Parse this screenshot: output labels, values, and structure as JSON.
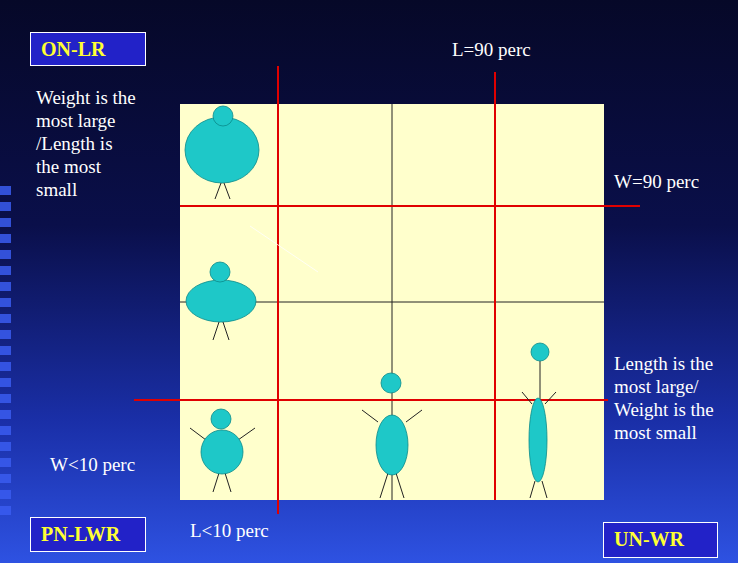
{
  "diagram": {
    "nodes": [
      {
        "text": [
          "ON-LR"
        ]
      },
      {
        "text": [
          "PN-LWR"
        ]
      },
      {
        "text": [
          "UN-WR"
        ]
      }
    ],
    "labels": [
      "L=90 perc",
      "Weight is the most large /Length is the most small",
      "W=90 perc",
      "Length is the most large/ Weight is the most small",
      "W<10 perc",
      "L<10 perc"
    ]
  }
}
